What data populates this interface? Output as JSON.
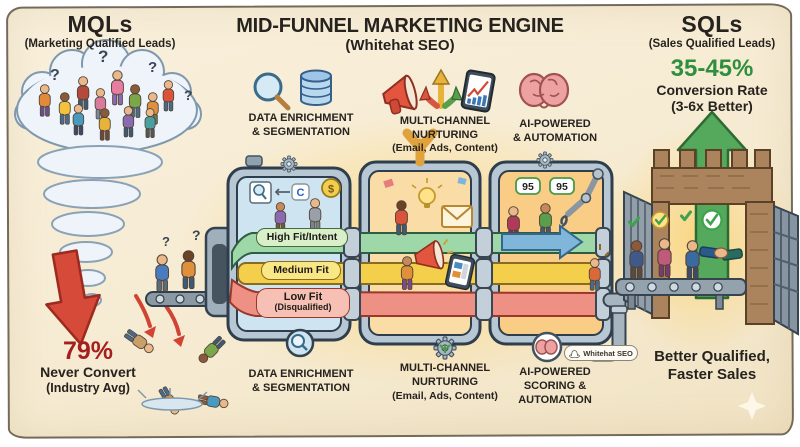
{
  "title": {
    "main": "MID-FUNNEL MARKETING ENGINE",
    "sub": "(Whitehat SEO)"
  },
  "mql": {
    "heading": "MQLs",
    "subheading": "(Marketing Qualified Leads)",
    "stat": "79%",
    "stat_label": "Never Convert",
    "stat_sublabel": "(Industry Avg)"
  },
  "sql": {
    "heading": "SQLs",
    "subheading": "(Sales Qualified Leads)",
    "stat": "35-45%",
    "stat_label": "Conversion Rate",
    "stat_sublabel": "(3-6x Better)",
    "outcome": "Better Qualified,\nFaster Sales"
  },
  "stages": [
    {
      "top_label": "DATA ENRICHMENT\n& SEGMENTATION",
      "bottom_label": "DATA ENRICHMENT\n& SEGMENTATION"
    },
    {
      "top_label": "MULTI-CHANNEL\nNURTURING",
      "top_sublabel": "(Email, Ads, Content)",
      "bottom_label": "MULTI-CHANNEL\nNURTURING",
      "bottom_sublabel": "(Email, Ads, Content)"
    },
    {
      "top_label": "AI-POWERED\n& AUTOMATION",
      "bottom_label": "AI-POWERED\nSCORING &\nAUTOMATION"
    }
  ],
  "bands": [
    {
      "label": "High Fit/Intent",
      "color": "#9ed8a8"
    },
    {
      "label": "Medium Fit",
      "color": "#f3cf4b"
    },
    {
      "label": "Low Fit",
      "sublabel": "(Disqualified)",
      "color": "#ee9184"
    }
  ],
  "scores": {
    "score_1": "95",
    "score_2": "95"
  },
  "logo_badge": "Whitehat SEO",
  "decor": {
    "question_mark": "?",
    "dollar_sign": "$",
    "c_logo": "C"
  },
  "colors": {
    "paper": "#f7ecd4",
    "negative_red": "#a61e1e",
    "positive_green": "#2f8f3e",
    "band_high": "#9ed8a8",
    "band_medium": "#f3cf4b",
    "band_low": "#ee9184",
    "machine_frame": "#b7c7d3",
    "glow": "#fbd477"
  }
}
